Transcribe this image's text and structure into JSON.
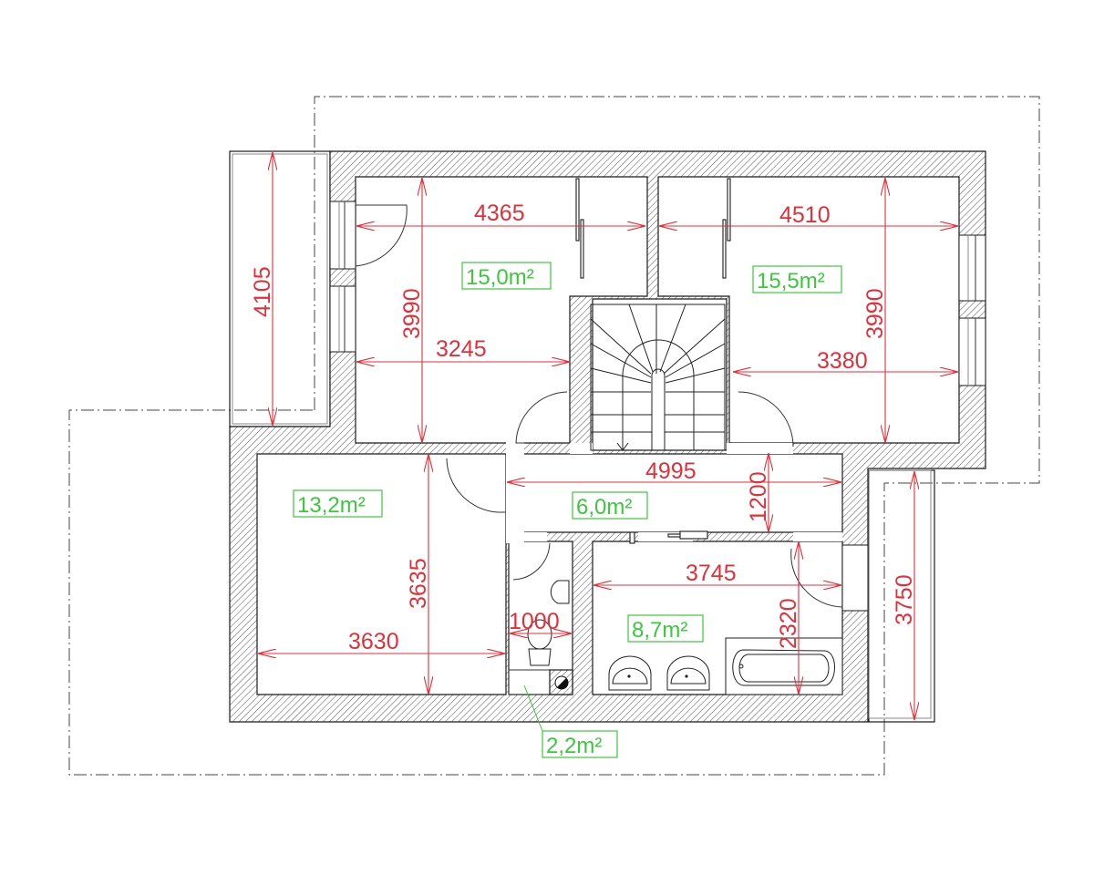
{
  "drawing": {
    "type": "architectural floor plan",
    "units": "mm",
    "colors": {
      "walls": "#1a1a1a",
      "dimensions": "#e0303a",
      "area_labels": "#3cc83c",
      "background": "#ffffff"
    }
  },
  "rooms": [
    {
      "id": "bedroom-1",
      "area": "15,0m²",
      "width_dim": "4365",
      "depth_dim": "3990",
      "width2_dim": "3245"
    },
    {
      "id": "bedroom-2",
      "area": "15,5m²",
      "width_dim": "4510",
      "depth_dim": "3990",
      "width2_dim": "3380"
    },
    {
      "id": "bedroom-3",
      "area": "13,2m²",
      "width_dim": "3630",
      "depth_dim": "3635"
    },
    {
      "id": "hallway",
      "area": "6,0m²",
      "width_dim": "4995",
      "depth_dim": "1200"
    },
    {
      "id": "bathroom",
      "area": "8,7m²",
      "width_dim": "3745",
      "depth_dim": "2320"
    },
    {
      "id": "wc",
      "area": "2,2m²",
      "width_dim": "1000"
    }
  ],
  "balconies": [
    {
      "id": "balcony-left",
      "length_dim": "4105"
    },
    {
      "id": "balcony-right",
      "length_dim": "3750"
    }
  ],
  "labels": {
    "a_15_0": "15,0m²",
    "a_15_5": "15,5m²",
    "a_13_2": "13,2m²",
    "a_6_0": "6,0m²",
    "a_8_7": "8,7m²",
    "a_2_2": "2,2m²",
    "d_4365": "4365",
    "d_4510": "4510",
    "d_3990_l": "3990",
    "d_3990_r": "3990",
    "d_3245": "3245",
    "d_3380": "3380",
    "d_4105": "4105",
    "d_4995": "4995",
    "d_1200": "1200",
    "d_3635": "3635",
    "d_3630": "3630",
    "d_1000": "1000",
    "d_3745": "3745",
    "d_2320": "2320",
    "d_3750": "3750"
  }
}
